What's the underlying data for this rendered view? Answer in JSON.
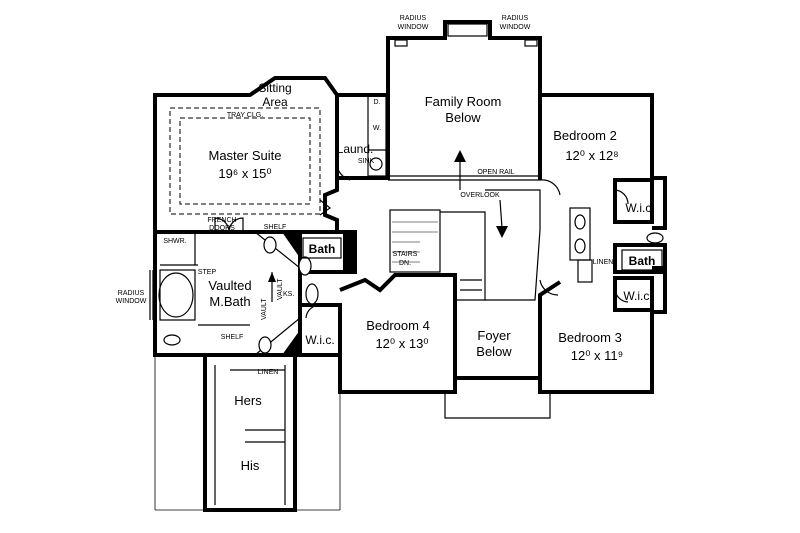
{
  "rooms": {
    "sitting_area": [
      "Sitting",
      "Area"
    ],
    "master_suite": {
      "name": "Master Suite",
      "dim": "19⁶ x 15⁰"
    },
    "family_room": [
      "Family Room",
      "Below"
    ],
    "bedroom2": {
      "name": "Bedroom 2",
      "dim": "12⁰ x 12⁸"
    },
    "bedroom3": {
      "name": "Bedroom 3",
      "dim": "12⁰ x 11⁹"
    },
    "bedroom4": {
      "name": "Bedroom 4",
      "dim": "12⁰ x 13⁰"
    },
    "foyer": [
      "Foyer",
      "Below"
    ],
    "laundry": "Laund.",
    "vaulted_bath": [
      "Vaulted",
      "M.Bath"
    ],
    "hers": "Hers",
    "his": "His",
    "bath_center": "Bath",
    "bath_right": "Bath",
    "wic_b2": "W.i.c.",
    "wic_b3": "W.i.c.",
    "wic_b4": "W.i.c."
  },
  "notes": {
    "radius_window_left_top": "RADIUS",
    "radius_window_left_bottom": "WINDOW",
    "radius_window_right_top": "RADIUS",
    "radius_window_right_bottom": "WINDOW",
    "radius_window_side_top": "RADIUS",
    "radius_window_side_bottom": "WINDOW",
    "tray_clg": "TRAY CLG.",
    "french_doors_top": "FRENCH",
    "french_doors_bottom": "DOORS",
    "shelf_top": "SHELF",
    "shelf_bottom": "SHELF",
    "shwr": "SHWR.",
    "step": "STEP",
    "vault_left": "VAULT",
    "vault_right": "VAULT",
    "ks": "KS.",
    "linen_left": "LINEN",
    "linen_right": "LINEN",
    "dw_d": "D.",
    "dw_w": "W.",
    "sink": "SINK",
    "open_rail": "OPEN RAIL",
    "overlook": "OVERLOOK",
    "stairs_top": "STAIRS",
    "stairs_bottom": "DN."
  }
}
